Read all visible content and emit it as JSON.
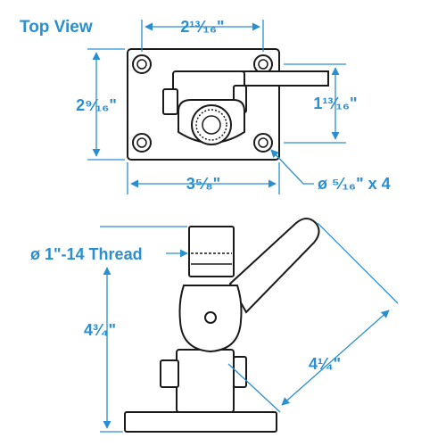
{
  "colors": {
    "dimension": "#2a8fd0",
    "outline": "#1a1a1a",
    "background": "#ffffff"
  },
  "top_view": {
    "title": "Top View",
    "dim_hole_spacing_width": "2¹³⁄₁₆\"",
    "dim_plate_height": "2⁹⁄₁₆\"",
    "dim_hole_spacing_height": "1¹³⁄₁₆\"",
    "dim_plate_width": "3⁵⁄₈\"",
    "dim_hole_callout": "ø ⁵⁄₁₆\" x 4"
  },
  "side_view": {
    "dim_thread": "ø 1\"-14 Thread",
    "dim_total_height": "4³⁄₄\"",
    "dim_arm_length": "4¹⁄₄\""
  }
}
